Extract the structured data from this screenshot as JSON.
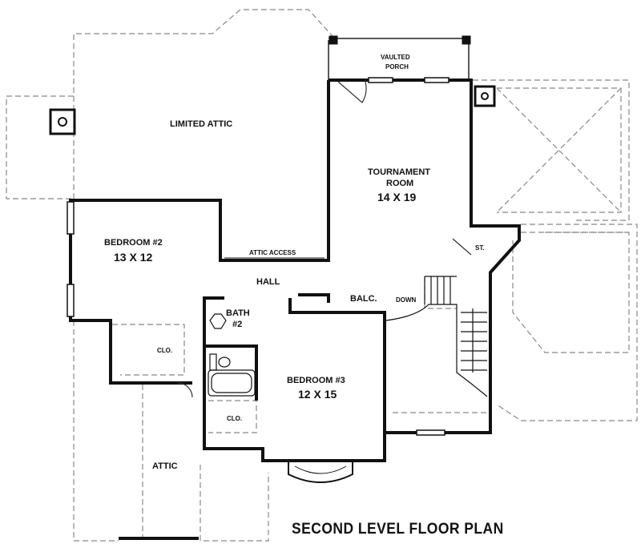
{
  "title": "SECOND LEVEL FLOOR PLAN",
  "rooms": {
    "limited_attic": "LIMITED ATTIC",
    "vaulted_porch_1": "VAULTED",
    "vaulted_porch_2": "PORCH",
    "tournament_room": "TOURNAMENT",
    "tournament_room_2": "ROOM",
    "tournament_size": "14 X 19",
    "bedroom2": "BEDROOM #2",
    "bedroom2_size": "13 X 12",
    "attic_access": "ATTIC ACCESS",
    "hall": "HALL",
    "bath": "BATH",
    "bath_num": "#2",
    "balc": "BALC.",
    "down": "DOWN",
    "st": "ST.",
    "clo1": "CLO.",
    "clo2": "CLO.",
    "bedroom3": "BEDROOM #3",
    "bedroom3_size": "12 X 15",
    "attic": "ATTIC"
  }
}
